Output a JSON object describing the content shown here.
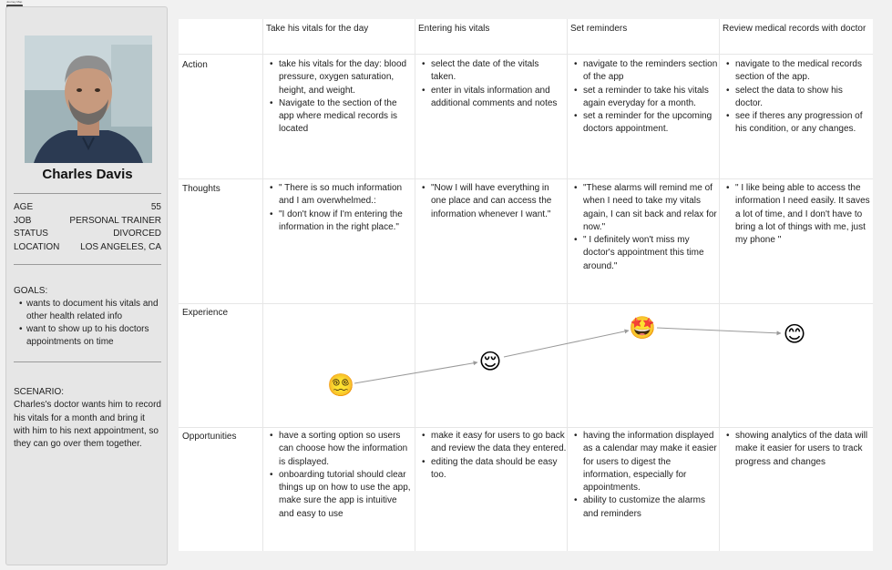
{
  "frame": {
    "title": "Journey Map"
  },
  "persona": {
    "name": "Charles Davis",
    "attributes": [
      {
        "label": "AGE",
        "value": "55"
      },
      {
        "label": "JOB",
        "value": "PERSONAL TRAINER"
      },
      {
        "label": "STATUS",
        "value": "DIVORCED"
      },
      {
        "label": "LOCATION",
        "value": "LOS ANGELES, CA"
      }
    ],
    "goals_title": "GOALS:",
    "goals": [
      "wants to document his vitals and other health related info",
      "want to show up to his doctors appointments on time"
    ],
    "scenario_title": "SCENARIO:",
    "scenario": "Charles's doctor wants him to record his vitals for a month and bring it with him to his next appointment, so they can go over them together."
  },
  "journey": {
    "stages": [
      "Take his vitals for the day",
      "Entering his vitals",
      "Set reminders",
      "Review medical records with doctor"
    ],
    "row_labels": {
      "action": "Action",
      "thoughts": "Thoughts",
      "experience": "Experience",
      "opportunities": "Opportunities"
    },
    "actions": [
      [
        "take his vitals for the day: blood pressure, oxygen saturation, height, and weight.",
        "Navigate to the section of the app where medical records is located"
      ],
      [
        "select the date of the vitals taken.",
        "enter in vitals information and additional comments and notes"
      ],
      [
        "navigate to the reminders section of the app",
        "set a reminder to take his vitals again everyday for a month.",
        "set a reminder for the upcoming doctors appointment."
      ],
      [
        "navigate to the medical records section of the app.",
        "select the data to show his doctor.",
        "see if theres any progression of his condition, or any changes."
      ]
    ],
    "thoughts": [
      [
        "\" There is so much information and I am overwhelmed.:",
        "\"I don't know if I'm entering the information in the right place.\""
      ],
      [
        "\"Now I will have everything in one place and can access the information whenever I want.\""
      ],
      [
        "\"These alarms will remind me of when I need to take my vitals again, I can sit back and relax for now.\"",
        "\" I definitely won't miss my doctor's appointment this time around.\""
      ],
      [
        "\" I like being able to access the information I need easily. It saves a lot of time, and I don't have to bring a lot of things with me, just my phone \""
      ]
    ],
    "experience": [
      {
        "emoji": "😵‍💫",
        "icon": "dizzy-face-icon"
      },
      {
        "emoji": "😌",
        "icon": "relieved-face-icon"
      },
      {
        "emoji": "🤩",
        "icon": "star-struck-face-icon"
      },
      {
        "emoji": "😊",
        "icon": "smiling-face-icon"
      }
    ],
    "opportunities": [
      [
        "have a sorting option so users can choose how the information is displayed.",
        "onboarding tutorial should clear things up on how to use the app, make sure the app is intuitive and easy to use"
      ],
      [
        "make it easy for users to go back and review the data they entered.",
        "editing the data should be easy too."
      ],
      [
        "having the information displayed as a calendar may make it easier for users to digest the information, especially for appointments.",
        "ability to customize the alarms and reminders"
      ],
      [
        "showing analytics of the data will make it easier for users to track progress and changes"
      ]
    ]
  },
  "colors": {
    "board_bg": "#ffffff",
    "page_bg": "#f1f1f1",
    "card_bg": "#e6e6e6",
    "grid_line": "#e6e6e6",
    "connector": "#9a9a9a"
  }
}
